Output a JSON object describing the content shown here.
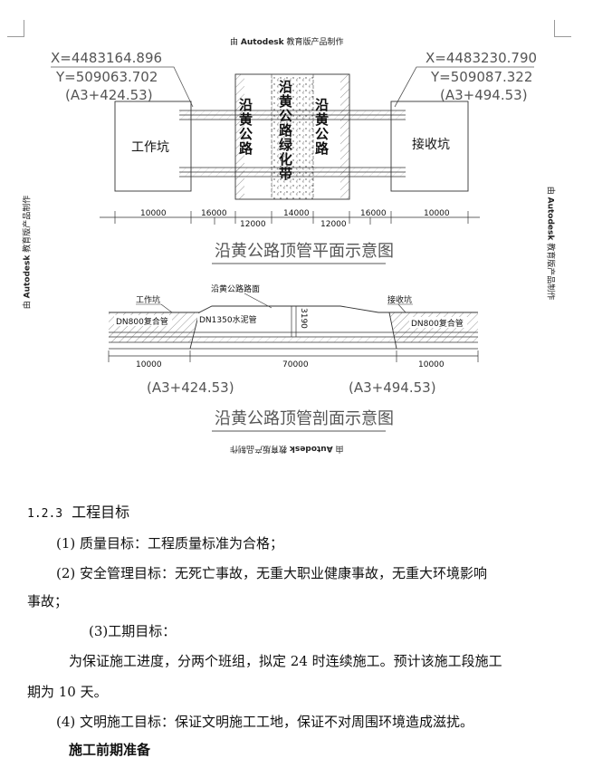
{
  "watermark": {
    "prefix": "由",
    "brand": "Autodesk",
    "suffix": "教育版产品制作"
  },
  "plan": {
    "left_x": "X=4483164.896",
    "left_y": "Y=509063.702",
    "left_station": "(A3+424.53)",
    "right_x": "X=4483230.790",
    "right_y": "Y=509087.322",
    "right_station": "(A3+494.53)",
    "work_pit": "工作坑",
    "receive_pit": "接收坑",
    "road_left": "沿黄公路",
    "road_right": "沿黄公路",
    "green_belt": "沿黄公路绿化带",
    "dims_top": [
      "10000",
      "16000",
      "14000",
      "16000",
      "10000"
    ],
    "dims_bottom": [
      "12000",
      "12000"
    ],
    "title": "沿黄公路顶管平面示意图"
  },
  "section": {
    "work_pit": "工作坑",
    "road_surface": "沿黄公路路面",
    "receive_pit": "接收坑",
    "left_pipe": "DN800复合管",
    "main_pipe": "DN1350水泥管",
    "right_pipe": "DN800复合管",
    "depth": "3190",
    "dims": [
      "10000",
      "70000",
      "10000"
    ],
    "left_station": "(A3+424.53)",
    "right_station": "(A3+494.53)",
    "title": "沿黄公路顶管剖面示意图"
  },
  "doc": {
    "section_number": "1.2.3",
    "section_title": "工程目标",
    "item1": "(1)  质量目标：工程质量标准为合格；",
    "item2_a": "(2)  安全管理目标：无死亡事故，无重大职业健康事故，无重大环境影响",
    "item2_b": "事故；",
    "item3_label": "(3)工期目标：",
    "item3_a": "为保证施工进度，分两个班组，拟定 24 时连续施工。预计该施工段施工",
    "item3_b": "期为 10 天。",
    "item4": "(4)  文明施工目标：保证文明施工工地，保证不对周围环境造成滋扰。",
    "next_heading": "施工前期准备"
  }
}
